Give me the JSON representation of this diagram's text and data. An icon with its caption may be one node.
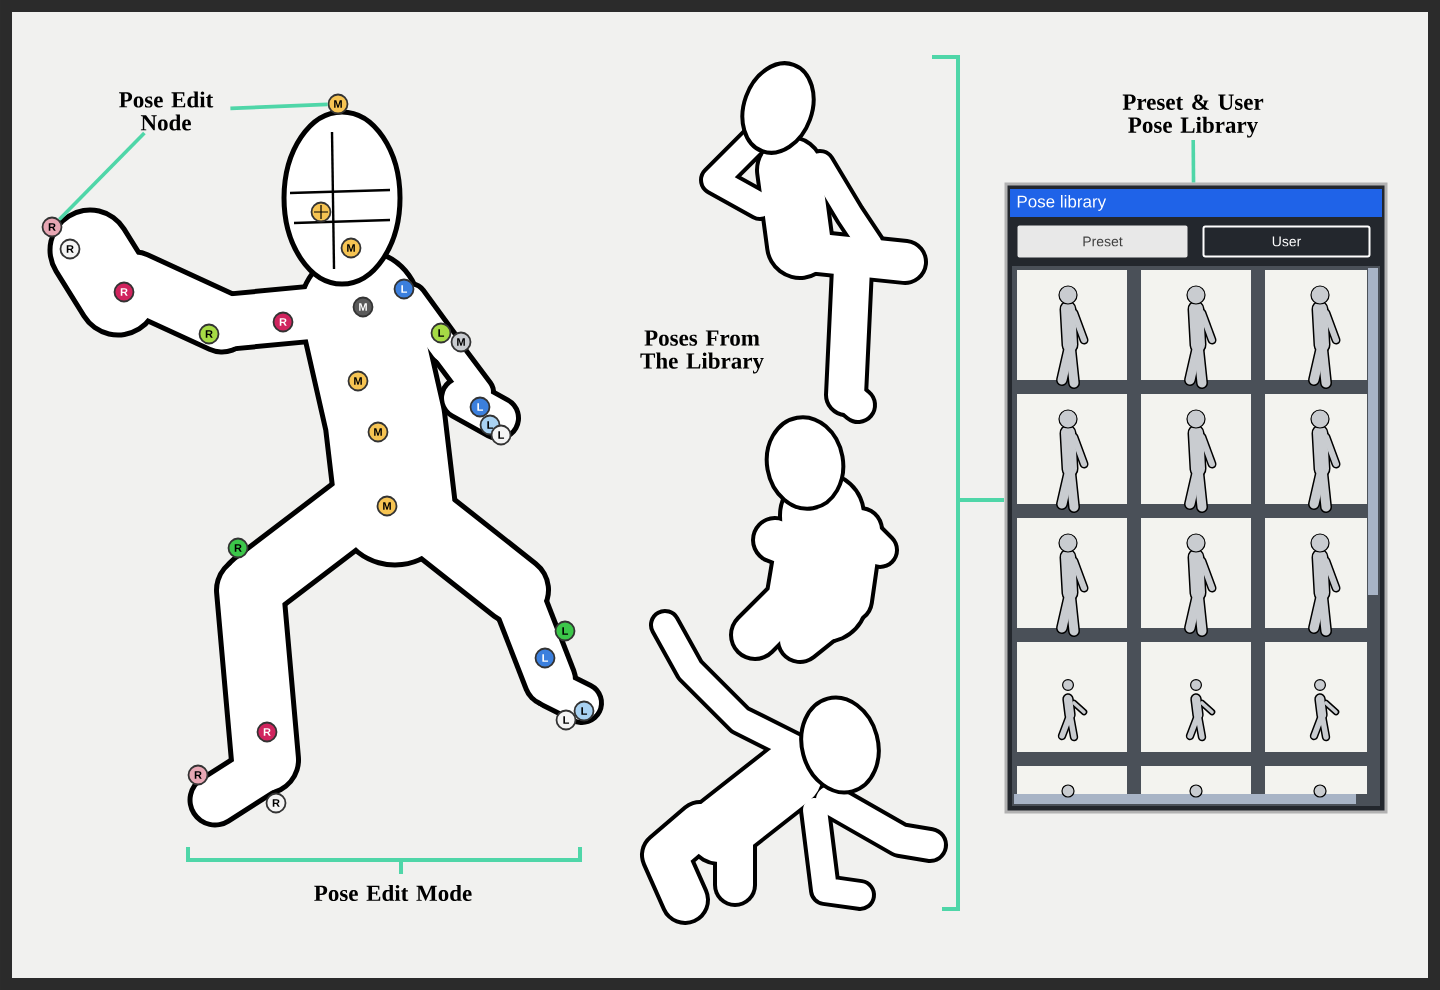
{
  "diagram": {
    "nodes": [
      {
        "text": [
          "Pose Edit Node"
        ]
      },
      {
        "text": [
          "M"
        ]
      },
      {
        "text": [
          "R"
        ]
      },
      {
        "text": [
          "R"
        ]
      },
      {
        "text": [],
        "shape": "circle"
      },
      {
        "text": [
          "M"
        ]
      },
      {
        "text": [
          "L"
        ]
      },
      {
        "text": [
          "M"
        ]
      },
      {
        "text": [
          "R"
        ]
      },
      {
        "text": [
          "R"
        ]
      },
      {
        "text": [
          "R"
        ]
      },
      {
        "text": [
          "L"
        ]
      },
      {
        "text": [
          "M"
        ]
      },
      {
        "text": [
          "M"
        ]
      },
      {
        "text": [
          "L"
        ]
      },
      {
        "text": [
          "M"
        ]
      },
      {
        "text": [
          "L"
        ]
      },
      {
        "text": [
          "L"
        ]
      },
      {
        "text": [
          "M"
        ]
      },
      {
        "text": [
          "R"
        ]
      },
      {
        "text": [
          "L"
        ]
      },
      {
        "text": [
          "L"
        ]
      },
      {
        "text": [
          "L"
        ]
      },
      {
        "text": [
          "L"
        ]
      },
      {
        "text": [
          "R"
        ]
      },
      {
        "text": [
          "R"
        ]
      },
      {
        "text": [
          "R"
        ]
      },
      {
        "text": [
          "Preset & User Pose Library"
        ]
      },
      {
        "text": [
          "Pose library"
        ]
      },
      {
        "text": [
          "Preset"
        ],
        "in": 28
      },
      {
        "text": [
          "User"
        ],
        "in": 28
      }
    ],
    "edges": [
      {
        "from": 0,
        "to": 1,
        "arrow": "none"
      },
      {
        "from": 0,
        "to": 2,
        "arrow": "none"
      },
      {
        "from": 27,
        "to": 28,
        "arrow": "none"
      }
    ],
    "labels": [
      "Poses From The Library",
      "Pose Edit Mode"
    ]
  }
}
